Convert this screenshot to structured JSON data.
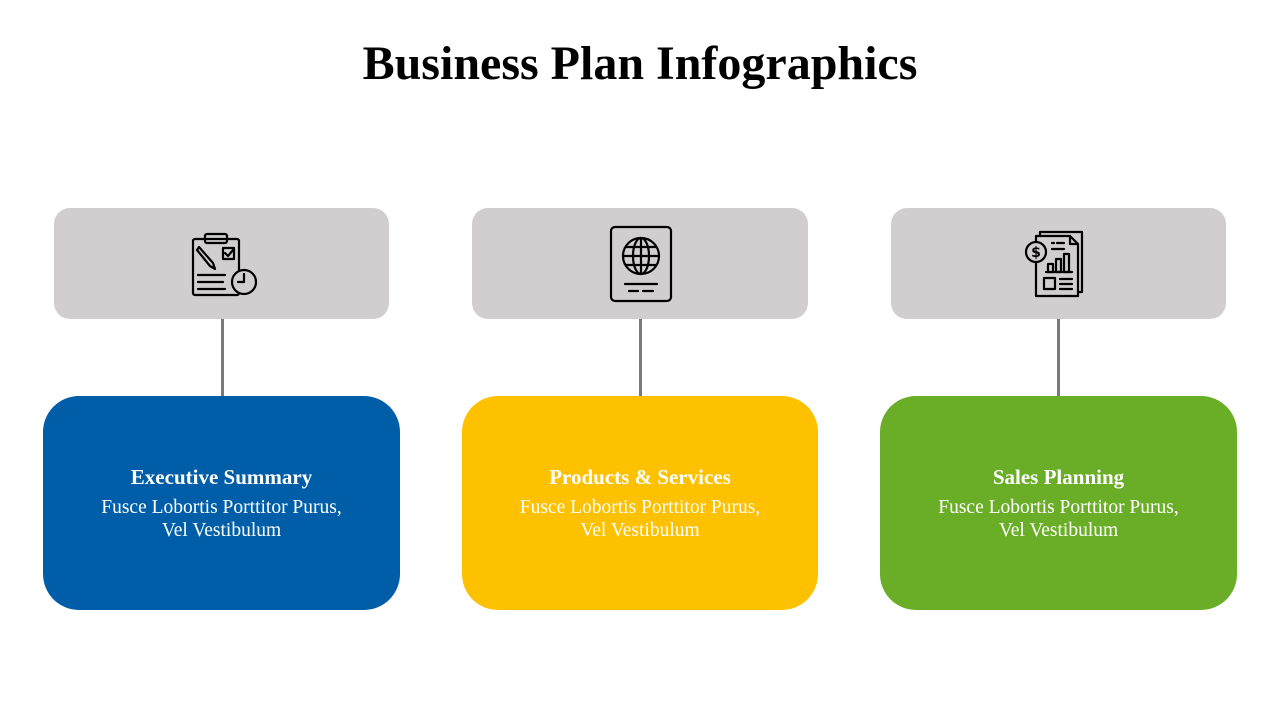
{
  "title": "Business Plan Infographics",
  "items": [
    {
      "heading": "Executive Summary",
      "line1": "Fusce Lobortis Porttitor Purus,",
      "line2": "Vel Vestibulum",
      "color": "#005ea8",
      "icon": "clipboard-clock-icon"
    },
    {
      "heading": "Products & Services",
      "line1": "Fusce Lobortis Porttitor Purus,",
      "line2": "Vel Vestibulum",
      "color": "#fdc100",
      "icon": "passport-globe-icon"
    },
    {
      "heading": "Sales Planning",
      "line1": "Fusce Lobortis Porttitor Purus,",
      "line2": "Vel Vestibulum",
      "color": "#6aad27",
      "icon": "financial-report-icon"
    }
  ]
}
